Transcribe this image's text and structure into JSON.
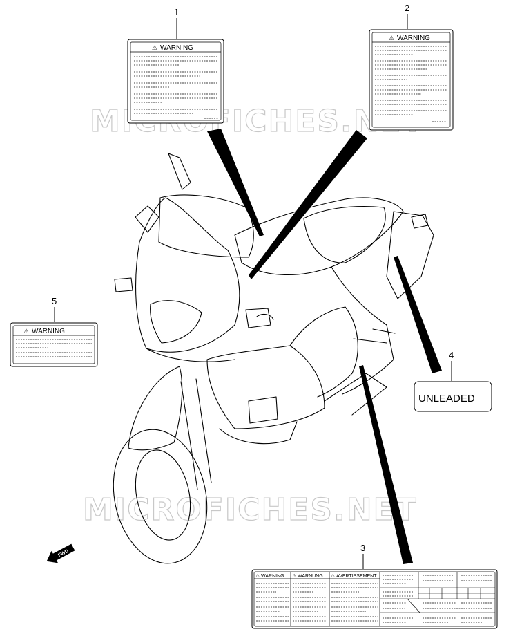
{
  "watermark": {
    "text": "MICROFICHES.NET"
  },
  "fwd_arrow": {
    "text": "FWD"
  },
  "callouts": [
    {
      "number": "1",
      "label": "WARNING"
    },
    {
      "number": "2",
      "label": "WARNING"
    },
    {
      "number": "3",
      "labels": [
        "WARNING",
        "WARNUNG",
        "AVERTISSEMENT"
      ]
    },
    {
      "number": "4",
      "label": "UNLEADED"
    },
    {
      "number": "5",
      "label": "WARNING"
    }
  ],
  "colors": {
    "line": "#000000",
    "watermark": "#c8c8c8",
    "background": "#ffffff"
  }
}
